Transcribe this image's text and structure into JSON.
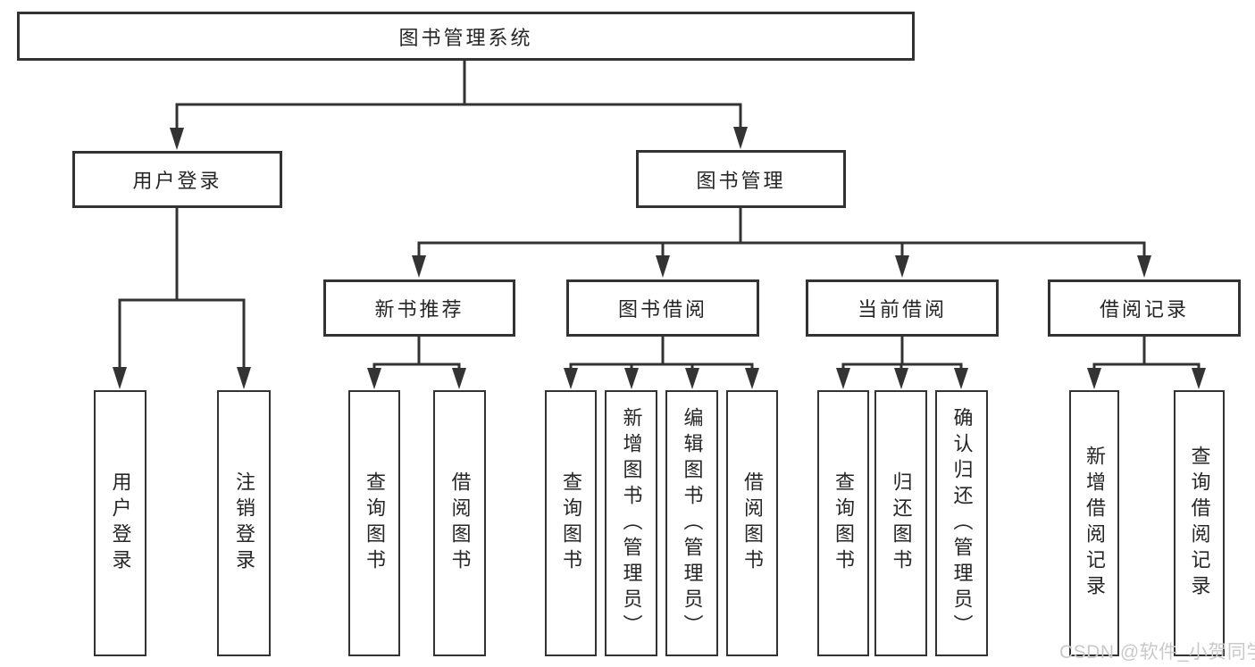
{
  "nodes": {
    "root": {
      "label": "图书管理系统"
    },
    "level2": [
      {
        "label": "用户登录"
      },
      {
        "label": "图书管理"
      }
    ],
    "level3": [
      {
        "label": "新书推荐",
        "parent": "图书管理"
      },
      {
        "label": "图书借阅",
        "parent": "图书管理"
      },
      {
        "label": "当前借阅",
        "parent": "图书管理"
      },
      {
        "label": "借阅记录",
        "parent": "图书管理"
      }
    ],
    "leaves": [
      {
        "label": "用户登录",
        "parent": "用户登录"
      },
      {
        "label": "注销登录",
        "parent": "用户登录"
      },
      {
        "label": "查询图书",
        "parent": "新书推荐"
      },
      {
        "label": "借阅图书",
        "parent": "新书推荐"
      },
      {
        "label": "查询图书",
        "parent": "图书借阅"
      },
      {
        "label": "新增图书（管理员）",
        "parent": "图书借阅"
      },
      {
        "label": "编辑图书（管理员）",
        "parent": "图书借阅"
      },
      {
        "label": "借阅图书",
        "parent": "图书借阅"
      },
      {
        "label": "查询图书",
        "parent": "当前借阅"
      },
      {
        "label": "归还图书",
        "parent": "当前借阅"
      },
      {
        "label": "确认归还（管理员）",
        "parent": "当前借阅"
      },
      {
        "label": "新增借阅记录",
        "parent": "借阅记录"
      },
      {
        "label": "查询借阅记录",
        "parent": "借阅记录"
      }
    ]
  },
  "watermark": {
    "text": "CSDN @软件_小贺同学"
  },
  "colors": {
    "border": "#333333",
    "line": "#333333",
    "text": "#262626",
    "watermark": "#c9c9c9",
    "background": "#ffffff"
  }
}
